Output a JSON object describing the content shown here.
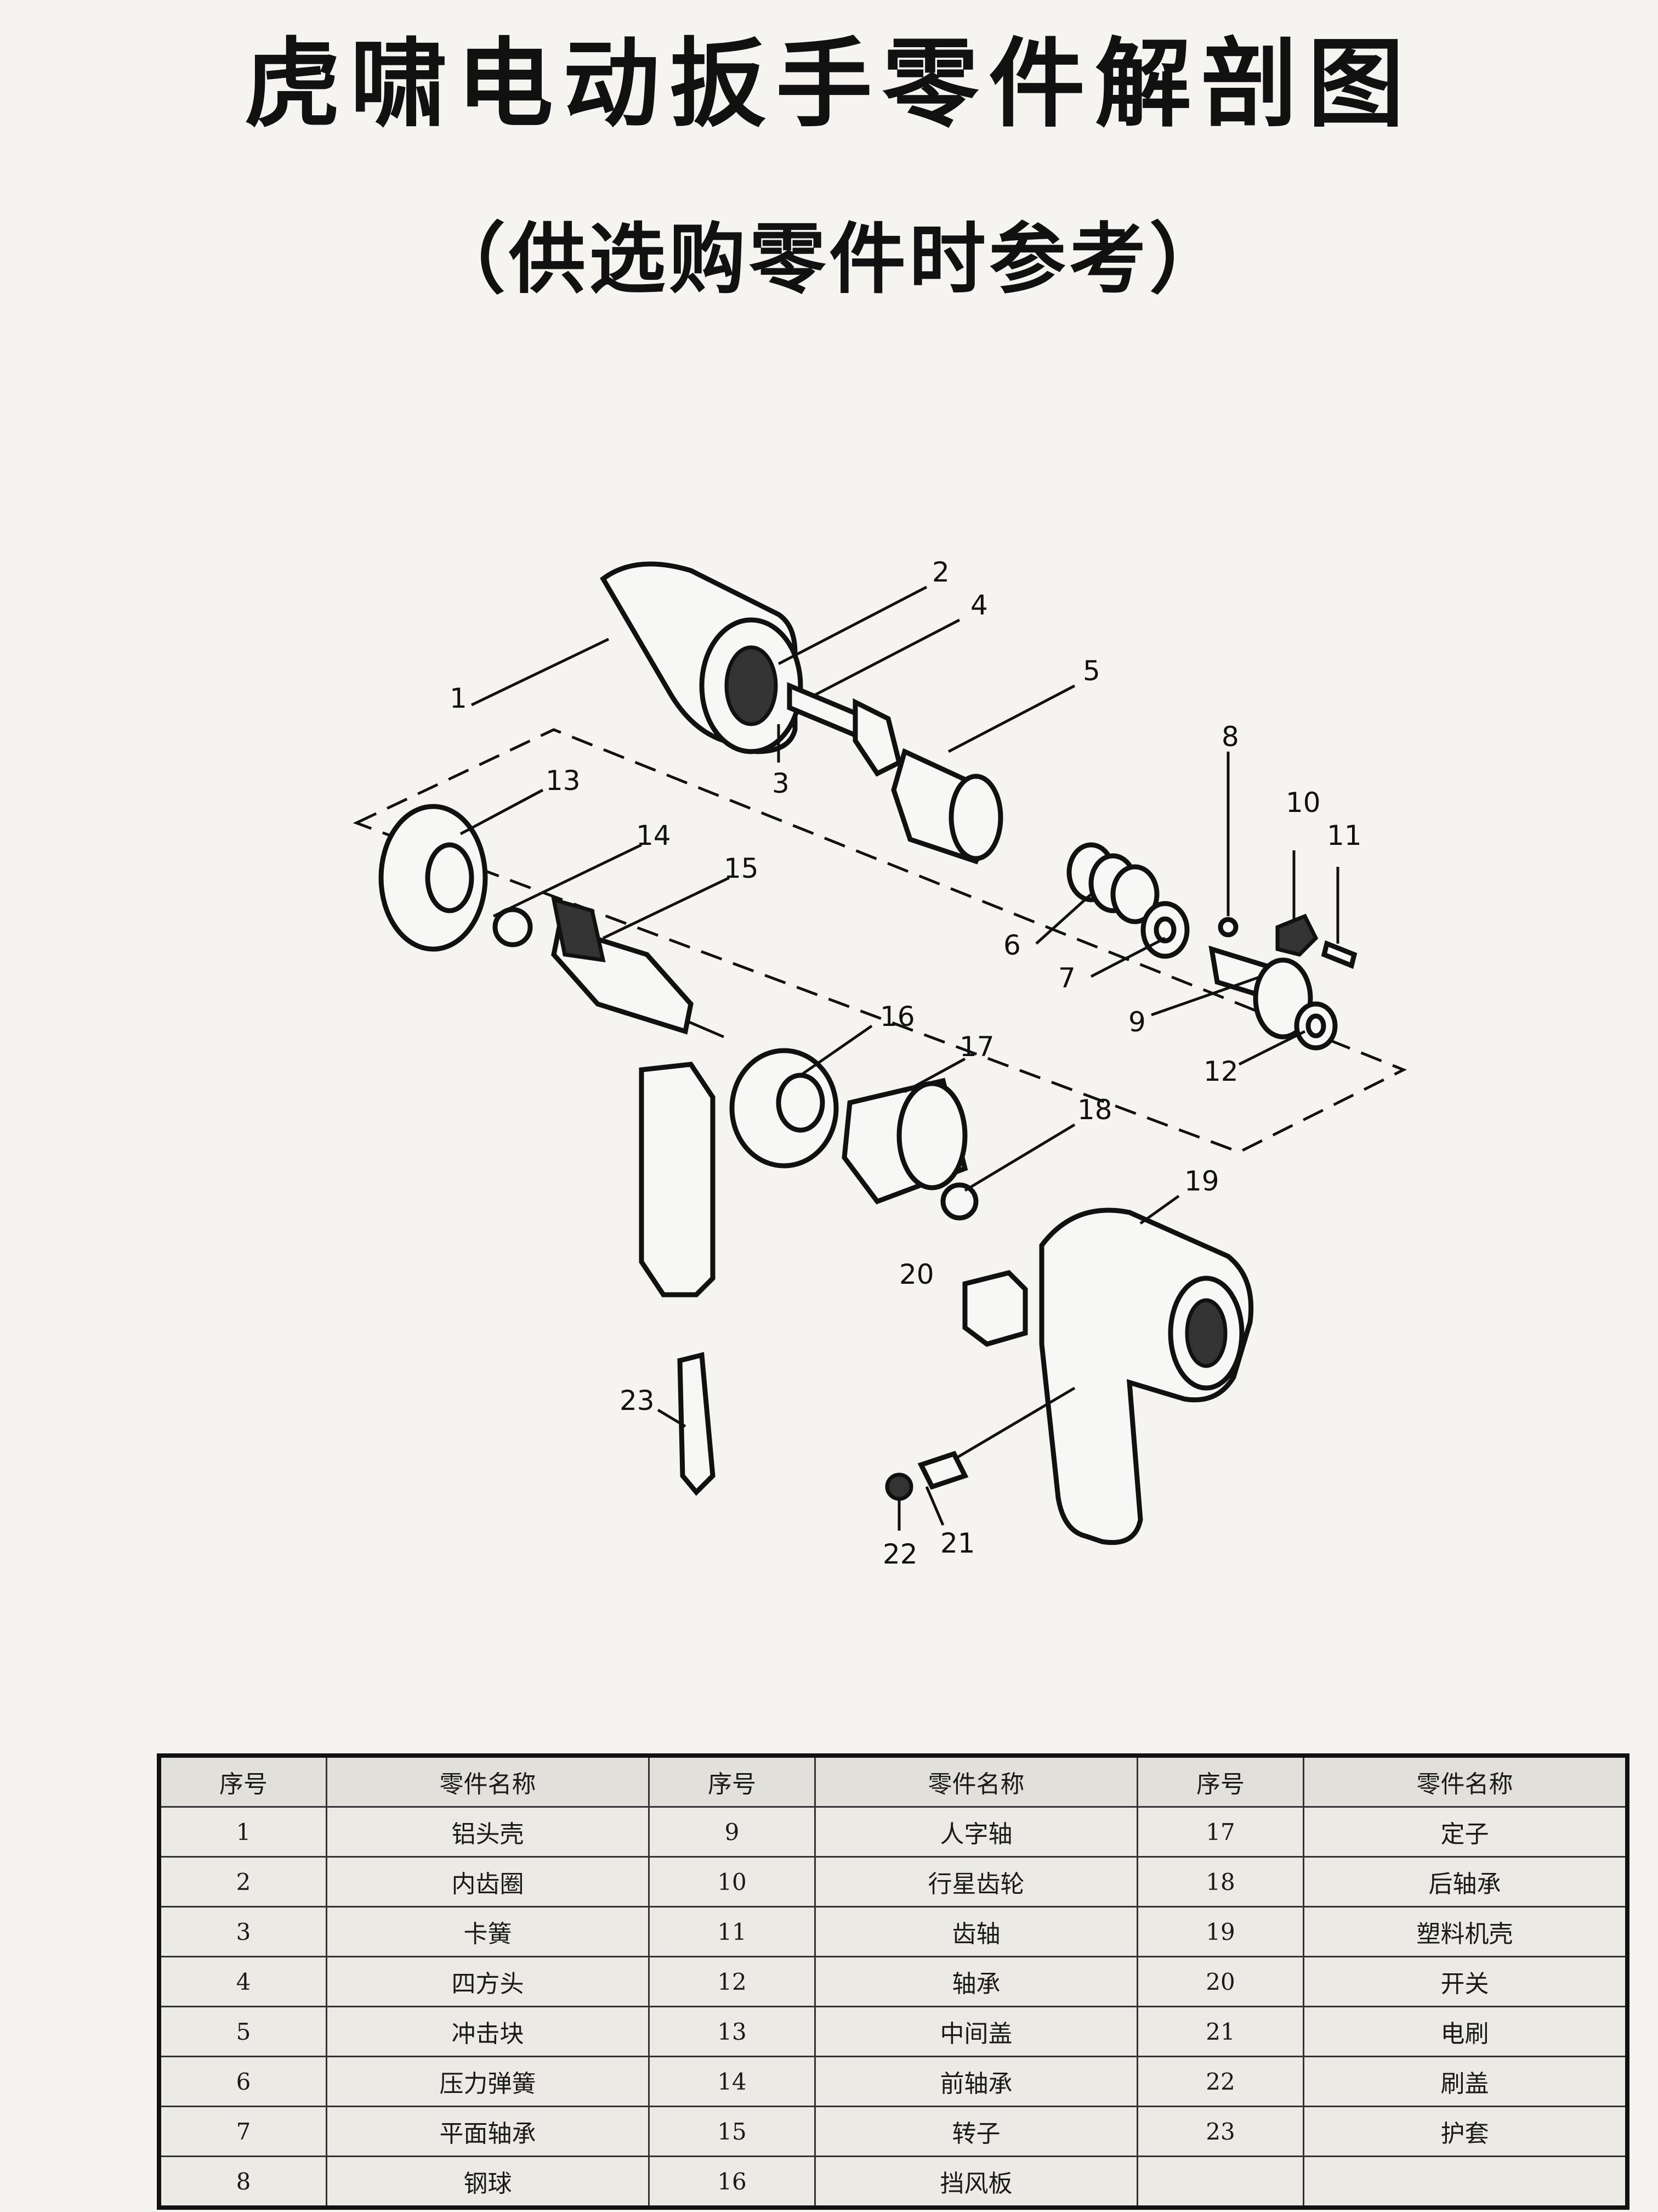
{
  "header": {
    "title": "虎啸电动扳手零件解剖图",
    "subtitle": "（供选购零件时参考）"
  },
  "callouts": [
    "1",
    "2",
    "3",
    "4",
    "5",
    "6",
    "7",
    "8",
    "9",
    "10",
    "11",
    "12",
    "13",
    "14",
    "15",
    "16",
    "17",
    "18",
    "19",
    "20",
    "21",
    "22",
    "23"
  ],
  "table": {
    "headers": [
      "序号",
      "零件名称",
      "序号",
      "零件名称",
      "序号",
      "零件名称"
    ],
    "rows": [
      [
        "1",
        "铝头壳",
        "9",
        "人字轴",
        "17",
        "定子"
      ],
      [
        "2",
        "内齿圈",
        "10",
        "行星齿轮",
        "18",
        "后轴承"
      ],
      [
        "3",
        "卡簧",
        "11",
        "齿轴",
        "19",
        "塑料机壳"
      ],
      [
        "4",
        "四方头",
        "12",
        "轴承",
        "20",
        "开关"
      ],
      [
        "5",
        "冲击块",
        "13",
        "中间盖",
        "21",
        "电刷"
      ],
      [
        "6",
        "压力弹簧",
        "14",
        "前轴承",
        "22",
        "刷盖"
      ],
      [
        "7",
        "平面轴承",
        "15",
        "转子",
        "23",
        "护套"
      ],
      [
        "8",
        "钢球",
        "16",
        "挡风板",
        "",
        ""
      ]
    ]
  }
}
